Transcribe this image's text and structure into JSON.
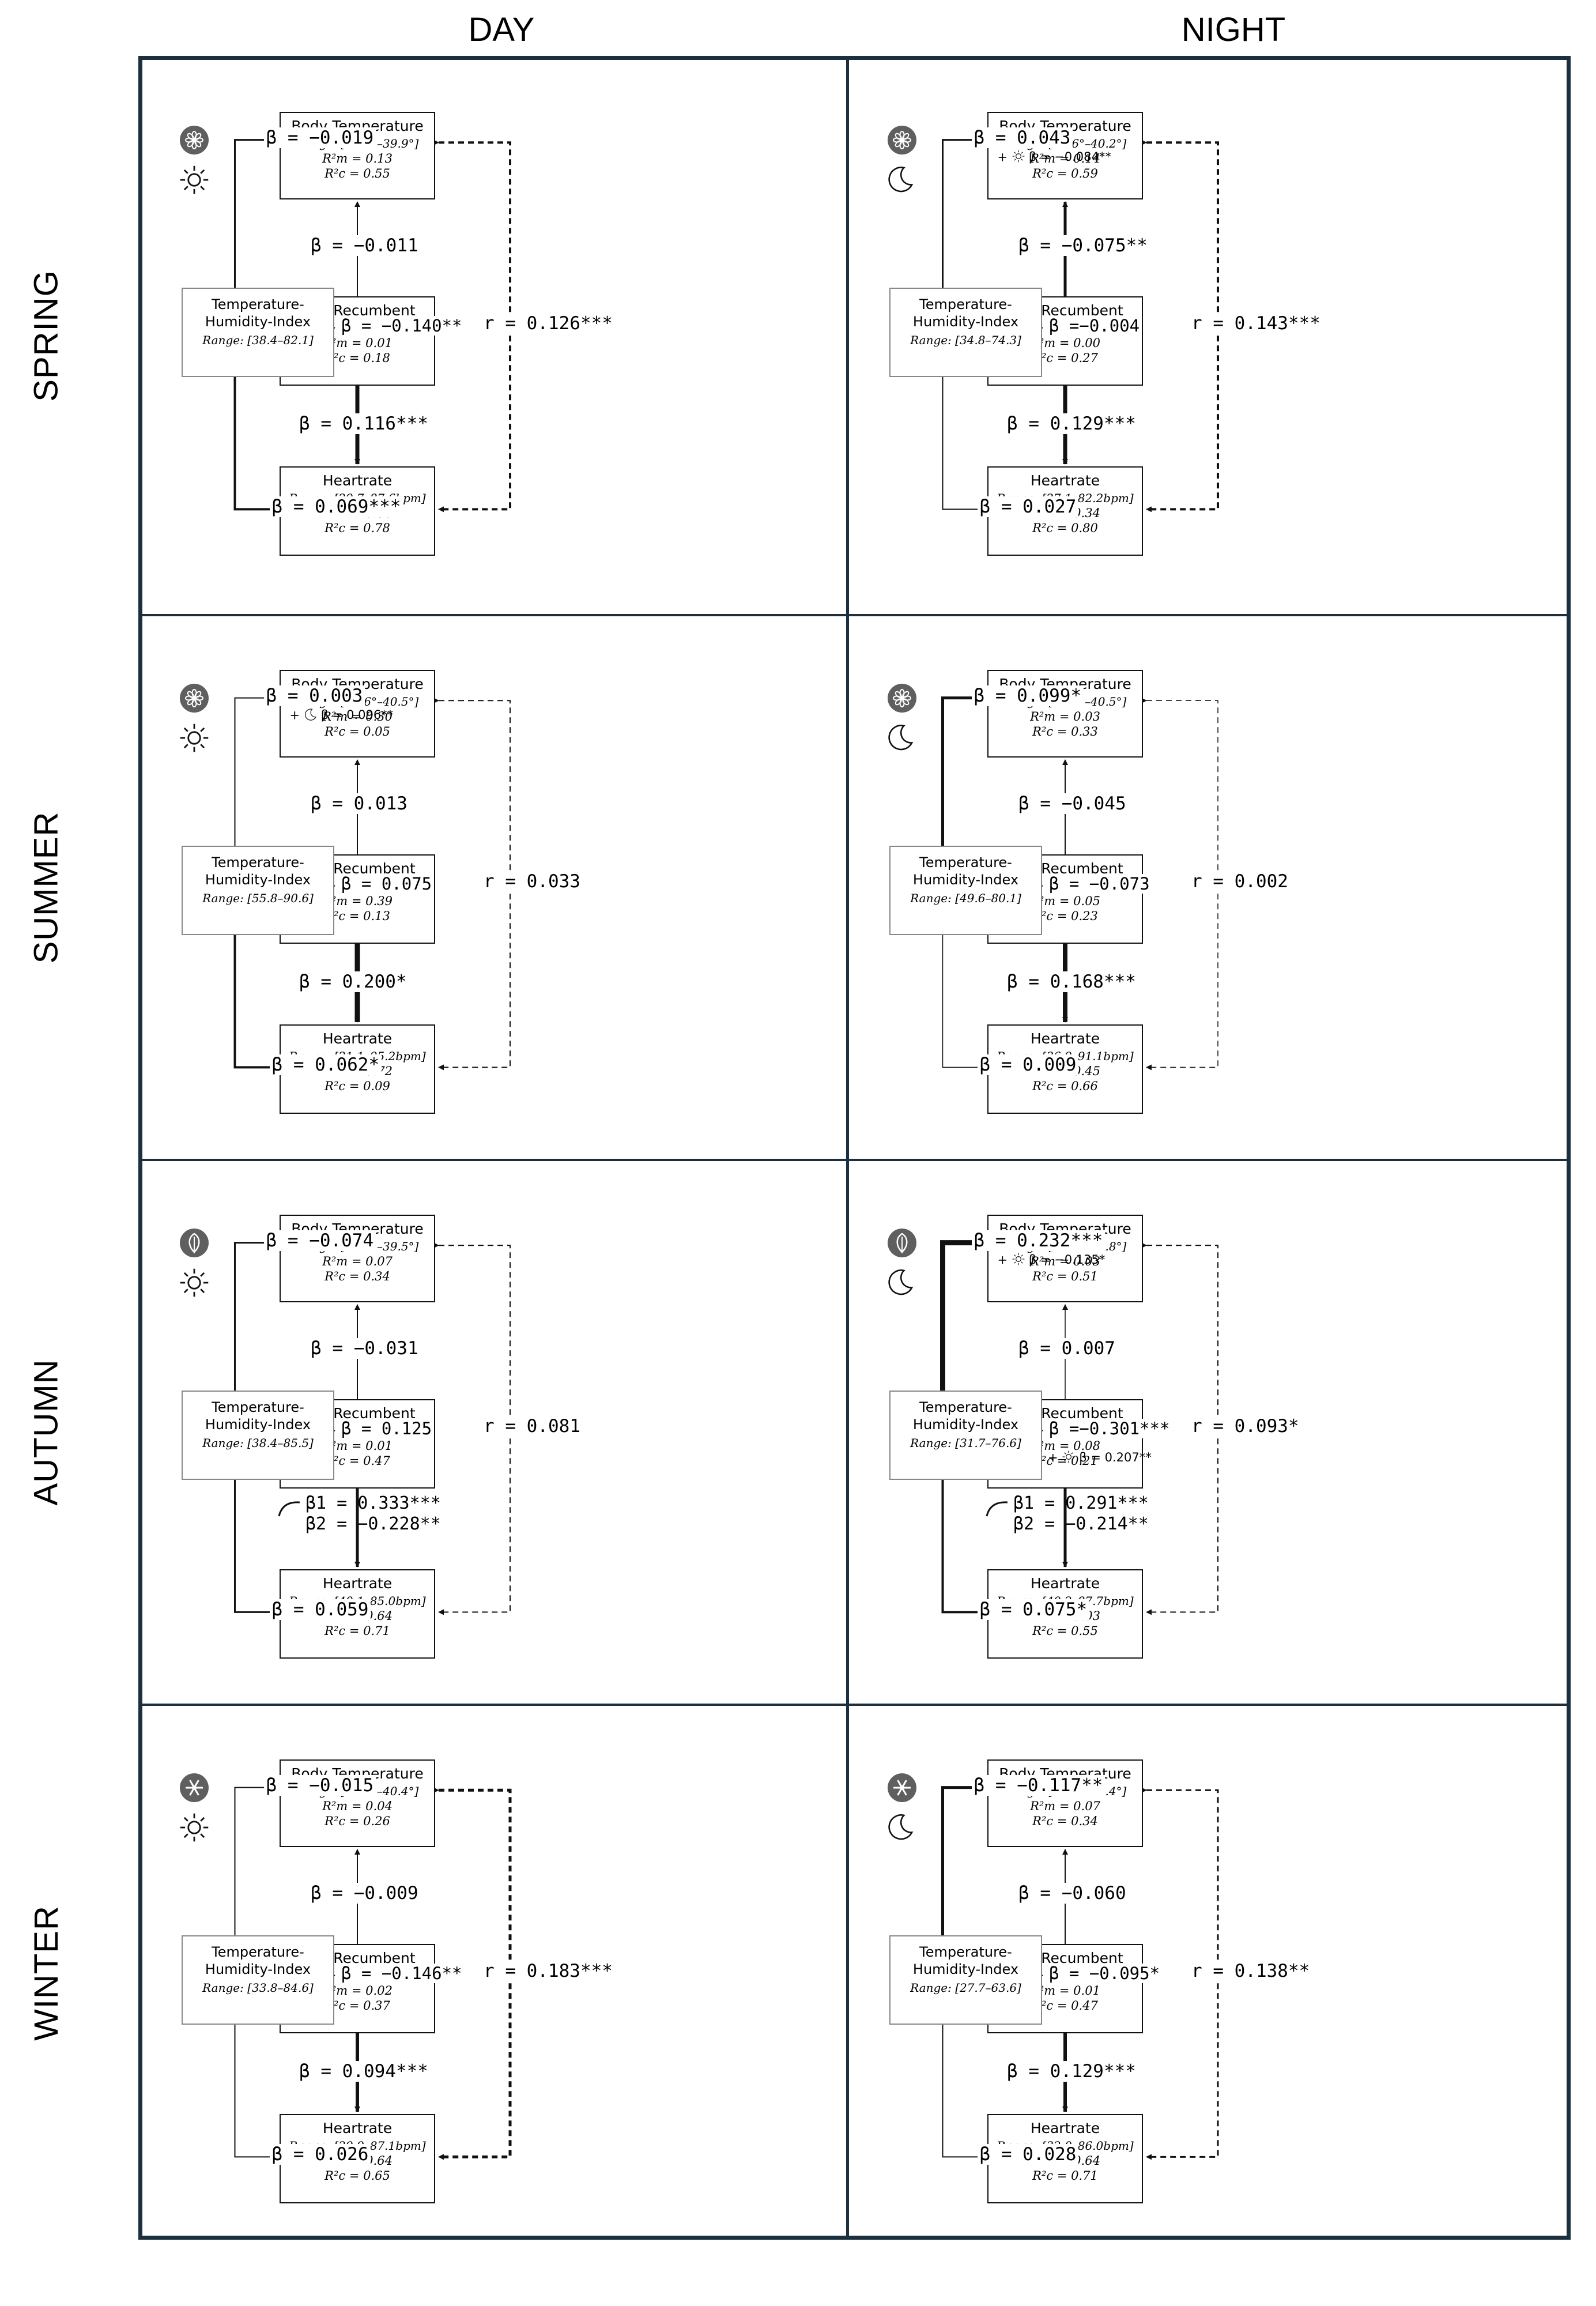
{
  "columns": [
    "DAY",
    "NIGHT"
  ],
  "rows": [
    "SPRING",
    "SUMMER",
    "AUTUMN",
    "WINTER"
  ],
  "labels": {
    "body": "Body Temperature",
    "nonrec": "Non-Recumbent",
    "heart": "Heartrate",
    "thi_line1": "Temperature-",
    "thi_line2": "Humidity-Index",
    "r2m": "R²m",
    "r2c": "R²c"
  },
  "panels": [
    {
      "id": "spring-day",
      "season": "spring",
      "period": "day",
      "thi_range": "Range: [38.4–82.1]",
      "body": {
        "range": "Range: [38.5°–39.9°]",
        "r2m": "0.13",
        "r2c": "0.55"
      },
      "nonrec": {
        "range": "Range: [0.3%–23.9%]",
        "r2m": "0.01",
        "r2c": "0.18"
      },
      "heart": {
        "range": "Range: [29.7–87.6bpm]",
        "r2m": "0.30",
        "r2c": "0.78"
      },
      "b_thi_body": "β = −0.019",
      "b_thi_body_extra": "",
      "b_thi_nonrec": "β = −0.140**",
      "b_thi_nonrec_extra": "",
      "b_thi_heart": "β = 0.069***",
      "b_nonrec_body": "β = −0.011",
      "b_nonrec_heart": "β = 0.116***",
      "quad": false,
      "b1": "",
      "b2": "",
      "r": "r = 0.126***",
      "w": {
        "tb": 3,
        "tn": 6,
        "th": 4,
        "nb": 2,
        "nh": 7,
        "r": 4
      }
    },
    {
      "id": "spring-night",
      "season": "spring",
      "period": "night",
      "thi_range": "Range: [34.8–74.3]",
      "body": {
        "range": "Range: [38.6°–40.2°]",
        "r2m": "0.14",
        "r2c": "0.59"
      },
      "nonrec": {
        "range": "Range: [0.0%–24.3%]",
        "r2m": "0.00",
        "r2c": "0.27"
      },
      "heart": {
        "range": "Range: [27.1–82.2bpm]",
        "r2m": "0.34",
        "r2c": "0.80"
      },
      "b_thi_body": "β = 0.043",
      "b_thi_body_extra": "β = −0.084**",
      "b_thi_nonrec": "β =−0.004",
      "b_thi_nonrec_extra": "",
      "b_thi_heart": "β = 0.027",
      "b_nonrec_body": "β = −0.075**",
      "b_nonrec_heart": "β = 0.129***",
      "quad": false,
      "b1": "",
      "b2": "",
      "r": "r = 0.143***",
      "w": {
        "tb": 3,
        "tn": 2,
        "th": 2,
        "nb": 5,
        "nh": 7,
        "r": 4
      }
    },
    {
      "id": "summer-day",
      "season": "summer",
      "period": "day",
      "thi_range": "Range: [55.8–90.6]",
      "body": {
        "range": "Range: [38.6°–40.5°]",
        "r2m": "0.30",
        "r2c": "0.05"
      },
      "nonrec": {
        "range": "Range: [0.1%–24.1%]",
        "r2m": "0.39",
        "r2c": "0.13"
      },
      "heart": {
        "range": "Range: [21.1–95.2bpm]",
        "r2m": "0.72",
        "r2c": "0.09"
      },
      "b_thi_body": "β = 0.003",
      "b_thi_body_extra": "β = 0.096**",
      "b_thi_nonrec": "β = 0.075",
      "b_thi_nonrec_extra": "",
      "b_thi_heart": "β = 0.062*",
      "b_nonrec_body": "β = 0.013",
      "b_nonrec_heart": "β = 0.200*",
      "quad": false,
      "b1": "",
      "b2": "",
      "r": "r = 0.033",
      "w": {
        "tb": 2,
        "tn": 3,
        "th": 4,
        "nb": 2,
        "nh": 9,
        "r": 2
      }
    },
    {
      "id": "summer-night",
      "season": "summer",
      "period": "night",
      "thi_range": "Range: [49.6–80.1]",
      "body": {
        "range": "Range: [38.6°–40.5°]",
        "r2m": "0.03",
        "r2c": "0.33"
      },
      "nonrec": {
        "range": "Range: [0.0%–24.9%]",
        "r2m": "0.05",
        "r2c": "0.23"
      },
      "heart": {
        "range": "Range: [36.9–91.1bpm]",
        "r2m": "0.45",
        "r2c": "0.66"
      },
      "b_thi_body": "β = 0.099*",
      "b_thi_body_extra": "",
      "b_thi_nonrec": "β = −0.073",
      "b_thi_nonrec_extra": "",
      "b_thi_heart": "β = 0.009",
      "b_nonrec_body": "β = −0.045",
      "b_nonrec_heart": "β = 0.168***",
      "quad": false,
      "b1": "",
      "b2": "",
      "r": "r = 0.002",
      "w": {
        "tb": 5,
        "tn": 3,
        "th": 1.5,
        "nb": 2,
        "nh": 8,
        "r": 1.5
      }
    },
    {
      "id": "autumn-day",
      "season": "autumn",
      "period": "day",
      "thi_range": "Range: [38.4–85.5]",
      "body": {
        "range": "Range: [38.3°–39.5°]",
        "r2m": "0.07",
        "r2c": "0.34"
      },
      "nonrec": {
        "range": "Range: [0.0%–21.8%]",
        "r2m": "0.01",
        "r2c": "0.47"
      },
      "heart": {
        "range": "Range: [40.1–85.0bpm]",
        "r2m": "0.64",
        "r2c": "0.71"
      },
      "b_thi_body": "β = −0.074",
      "b_thi_body_extra": "",
      "b_thi_nonrec": "β = 0.125",
      "b_thi_nonrec_extra": "",
      "b_thi_heart": "β = 0.059",
      "b_nonrec_body": "β = −0.031",
      "b_nonrec_heart": "",
      "quad": true,
      "b1": "β1 =  0.333***",
      "b2": "β2 = −0.228**",
      "r": "r = 0.081",
      "w": {
        "tb": 3,
        "tn": 6,
        "th": 3,
        "nb": 2,
        "nh": 5,
        "r": 2
      }
    },
    {
      "id": "autumn-night",
      "season": "autumn",
      "period": "night",
      "thi_range": "Range: [31.7–76.6]",
      "body": {
        "range": "Range: [38.1°–39.8°]",
        "r2m": "0.03",
        "r2c": "0.51"
      },
      "nonrec": {
        "range": "Range: [0.0%–23.2%]",
        "r2m": "0.08",
        "r2c": "0.21"
      },
      "heart": {
        "range": "Range: [40.2–87.7bpm]",
        "r2m": "0.03",
        "r2c": "0.55"
      },
      "b_thi_body": "β = 0.232***",
      "b_thi_body_extra": "β = −0.135*",
      "b_thi_nonrec": "β =−0.301***",
      "b_thi_nonrec_extra": "β = 0.207**",
      "b_thi_heart": "β = 0.075*",
      "b_nonrec_body": "β = 0.007",
      "b_nonrec_heart": "",
      "quad": true,
      "b1": "β1 =  0.291***",
      "b2": "β2 = −0.214**",
      "r": "r = 0.093*",
      "w": {
        "tb": 9,
        "tn": 10,
        "th": 4,
        "nb": 1.5,
        "nh": 5,
        "r": 2
      }
    },
    {
      "id": "winter-day",
      "season": "winter",
      "period": "day",
      "thi_range": "Range: [33.8–84.6]",
      "body": {
        "range": "Range: [38.4°–40.4°]",
        "r2m": "0.04",
        "r2c": "0.26"
      },
      "nonrec": {
        "range": "Range: [1.4%–25.5%]",
        "r2m": "0.02",
        "r2c": "0.37"
      },
      "heart": {
        "range": "Range: [29.9–87.1bpm]",
        "r2m": "0.64",
        "r2c": "0.65"
      },
      "b_thi_body": "β = −0.015",
      "b_thi_body_extra": "",
      "b_thi_nonrec": "β = −0.146**",
      "b_thi_nonrec_extra": "",
      "b_thi_heart": "β = 0.026",
      "b_nonrec_body": "β = −0.009",
      "b_nonrec_heart": "β = 0.094***",
      "quad": false,
      "b1": "",
      "b2": "",
      "r": "r = 0.183***",
      "w": {
        "tb": 2,
        "tn": 6,
        "th": 2,
        "nb": 2,
        "nh": 6,
        "r": 5
      }
    },
    {
      "id": "winter-night",
      "season": "winter",
      "period": "night",
      "thi_range": "Range: [27.7–63.6]",
      "body": {
        "range": "Range: [38.5°–40.4°]",
        "r2m": "0.07",
        "r2c": "0.34"
      },
      "nonrec": {
        "range": "Range: [0.0%–25.0%]",
        "r2m": "0.01",
        "r2c": "0.47"
      },
      "heart": {
        "range": "Range: [32.0–86.0bpm]",
        "r2m": "0.64",
        "r2c": "0.71"
      },
      "b_thi_body": "β = −0.117**",
      "b_thi_body_extra": "",
      "b_thi_nonrec": "β = −0.095*",
      "b_thi_nonrec_extra": "",
      "b_thi_heart": "β = 0.028",
      "b_nonrec_body": "β = −0.060",
      "b_nonrec_heart": "β = 0.129***",
      "quad": false,
      "b1": "",
      "b2": "",
      "r": "r = 0.138**",
      "w": {
        "tb": 5,
        "tn": 5,
        "th": 2,
        "nb": 2,
        "nh": 6,
        "r": 3
      }
    }
  ]
}
